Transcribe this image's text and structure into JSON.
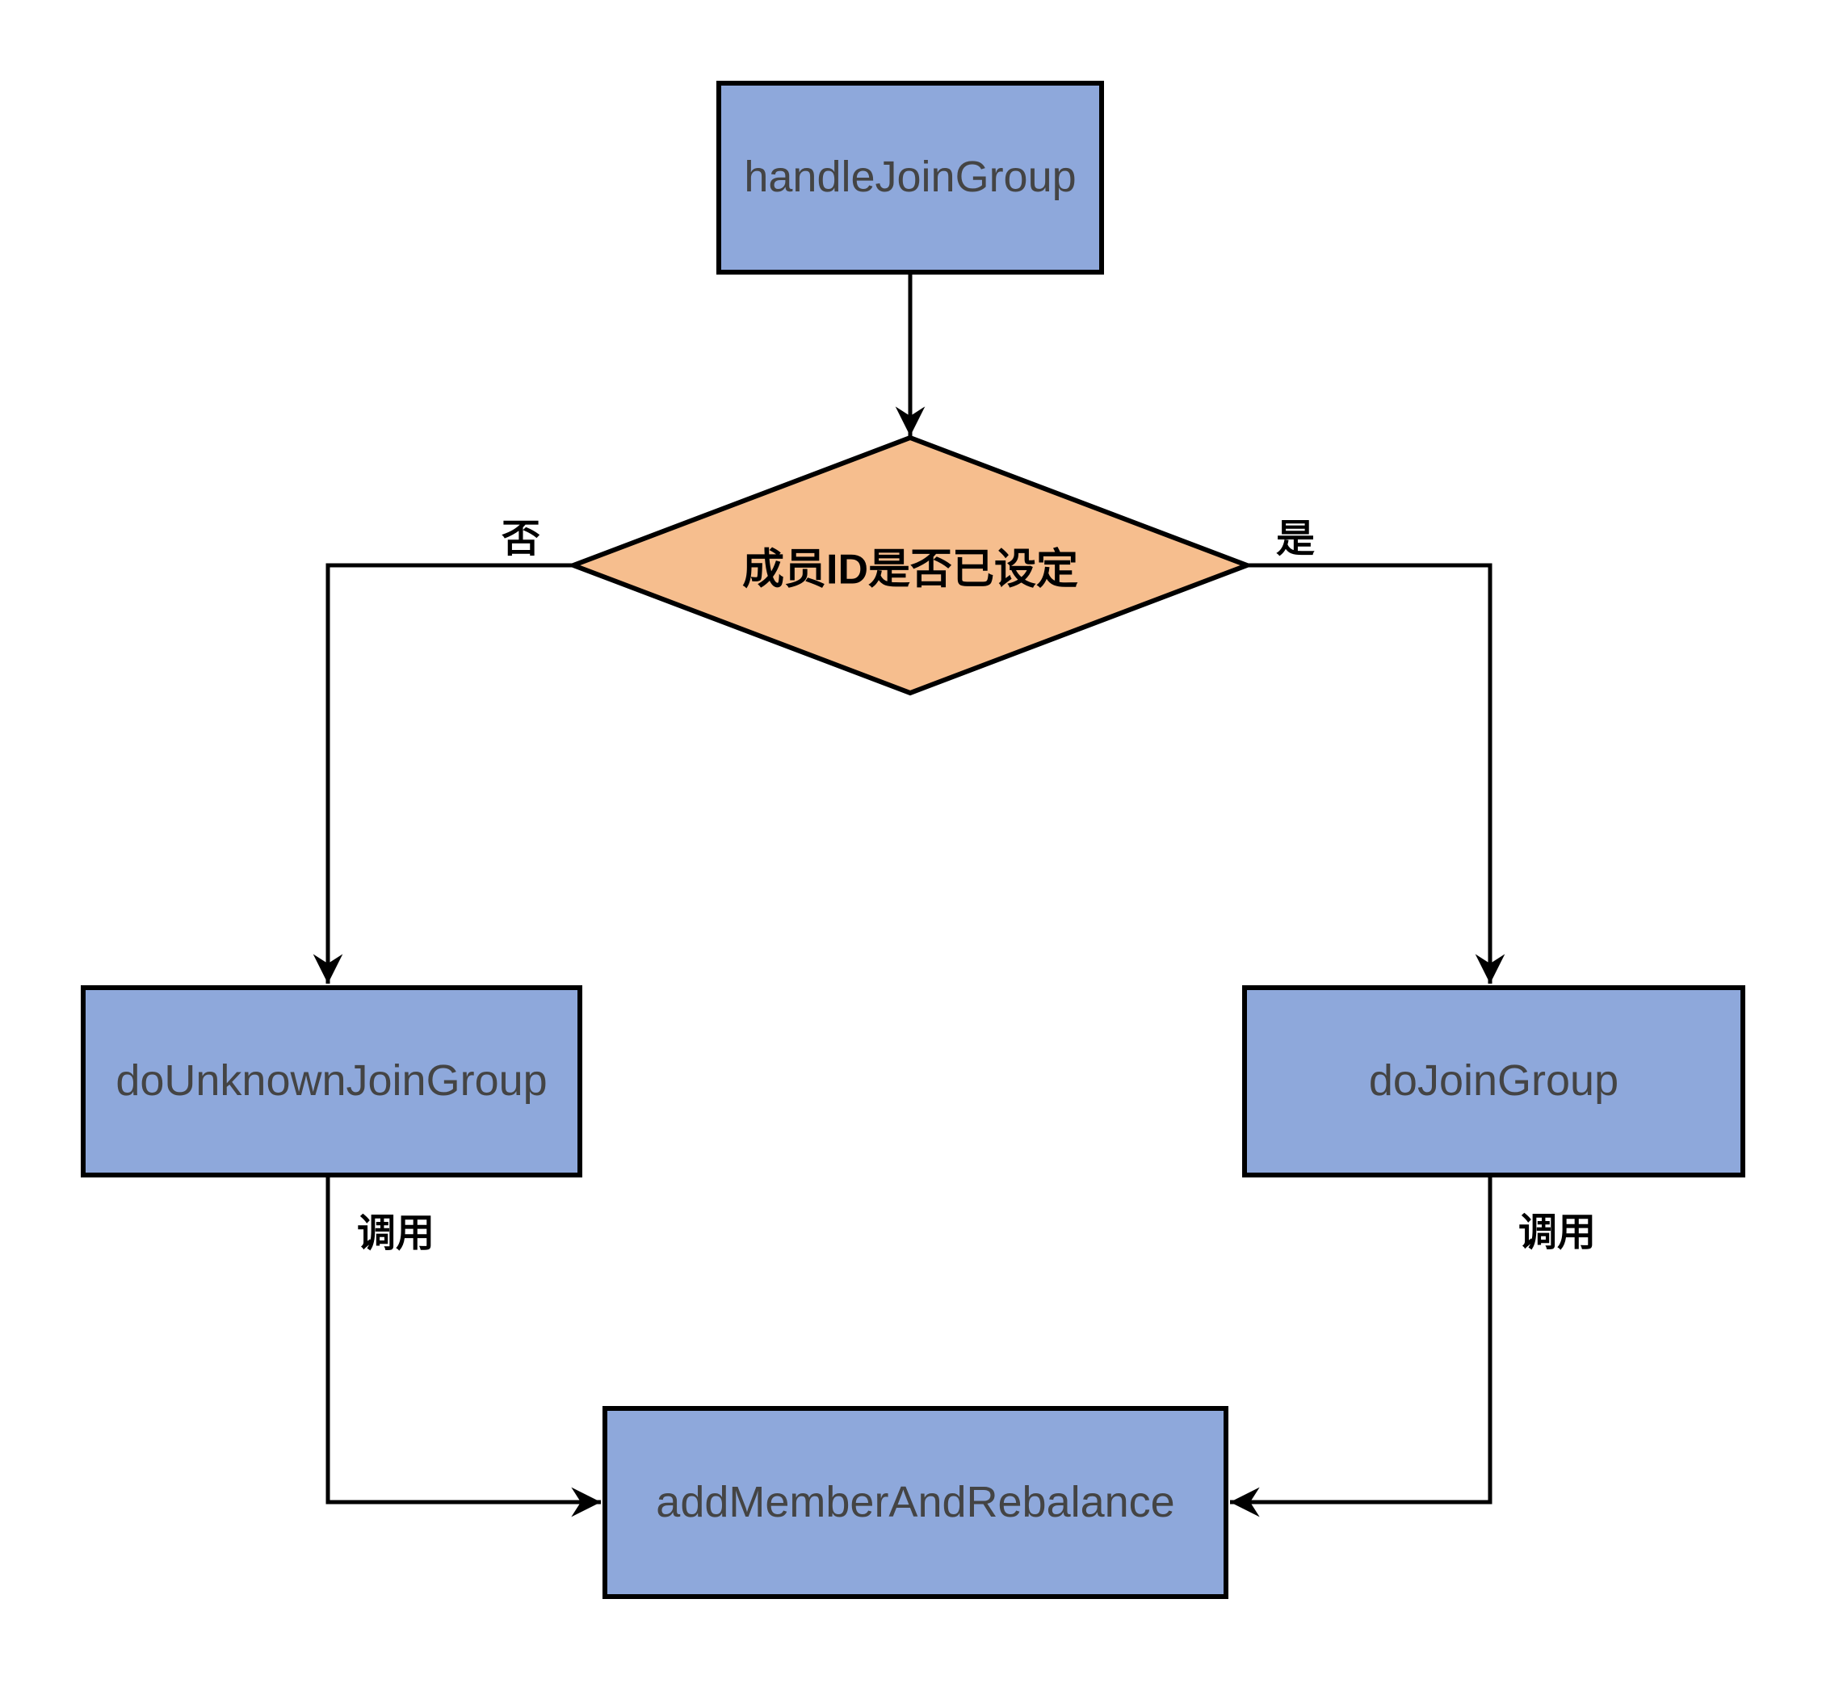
{
  "flowchart": {
    "nodes": {
      "handleJoinGroup": {
        "label": "handleJoinGroup",
        "type": "process"
      },
      "decision": {
        "label": "成员ID是否已设定",
        "type": "decision"
      },
      "doUnknownJoinGroup": {
        "label": "doUnknownJoinGroup",
        "type": "process"
      },
      "doJoinGroup": {
        "label": "doJoinGroup",
        "type": "process"
      },
      "addMemberAndRebalance": {
        "label": "addMemberAndRebalance",
        "type": "process"
      }
    },
    "edges": [
      {
        "from": "handleJoinGroup",
        "to": "decision",
        "label": ""
      },
      {
        "from": "decision",
        "to": "doUnknownJoinGroup",
        "label": "否"
      },
      {
        "from": "decision",
        "to": "doJoinGroup",
        "label": "是"
      },
      {
        "from": "doUnknownJoinGroup",
        "to": "addMemberAndRebalance",
        "label": "调用"
      },
      {
        "from": "doJoinGroup",
        "to": "addMemberAndRebalance",
        "label": "调用"
      }
    ],
    "colors": {
      "process_fill": "#8EA8DB",
      "decision_fill": "#F6BE8E",
      "border": "#000000",
      "process_text": "#444444",
      "label_text": "#000000",
      "background": "#FFFFFF"
    }
  }
}
